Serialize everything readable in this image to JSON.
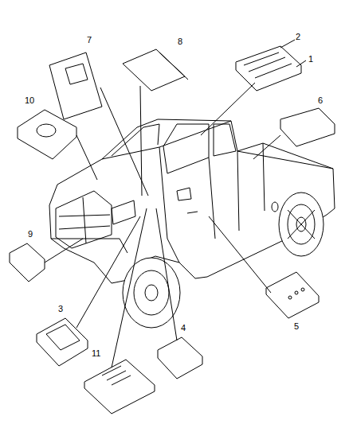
{
  "diagram": {
    "labels": [
      "7",
      "8",
      "2",
      "1",
      "10",
      "6",
      "9",
      "3",
      "4",
      "11",
      "5"
    ]
  }
}
